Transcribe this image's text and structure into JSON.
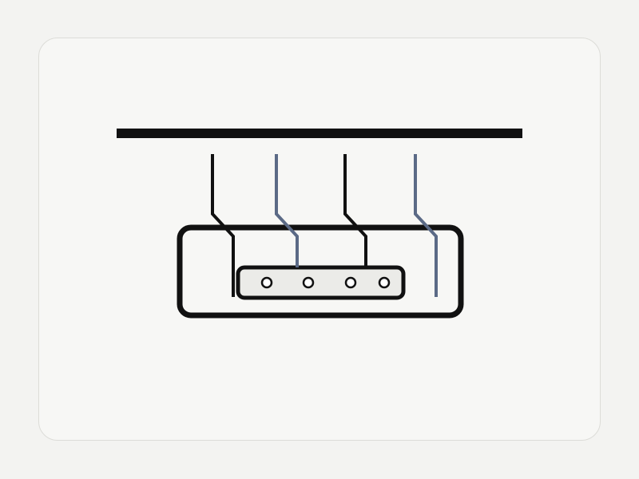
{
  "colors": {
    "background": "#f3f3f1",
    "card_background": "#f7f7f5",
    "card_border": "#dcdcd8",
    "ink": "#111111",
    "slate": "#5b6a86",
    "terminal_fill": "#ebebe8",
    "hole_fill": "#ffffff"
  },
  "icons": {
    "bus": "busbar-icon",
    "enclosure": "breaker-enclosure-icon",
    "terminal": "terminal-block-icon",
    "hole": "screw-hole-icon"
  },
  "diagram": {
    "wires": [
      {
        "id": "wire-1",
        "color_key": "ink"
      },
      {
        "id": "wire-2",
        "color_key": "slate"
      },
      {
        "id": "wire-3",
        "color_key": "ink"
      },
      {
        "id": "wire-4",
        "color_key": "slate"
      }
    ],
    "hole_count": 4
  }
}
